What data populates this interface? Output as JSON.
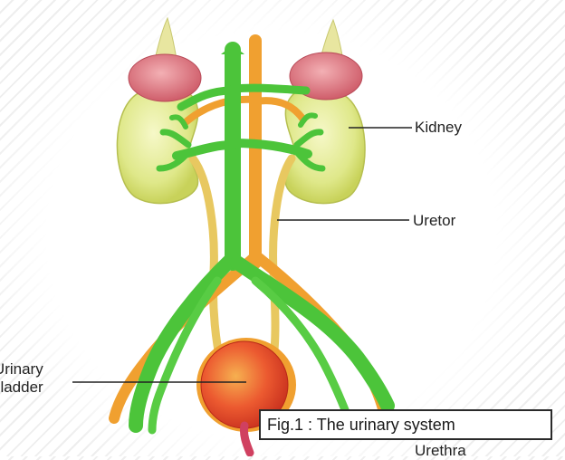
{
  "labels": {
    "kidney": "Kidney",
    "ureter": "Uretor",
    "bladder_line1": "Urinary",
    "bladder_line2": "bladder",
    "urethra_partial": "Urethra"
  },
  "caption": "Fig.1 : The urinary system",
  "colors": {
    "kidney": "#dfe88a",
    "adrenal": "#d9707a",
    "vein": "#4cc43a",
    "artery": "#f0a030",
    "ureter": "#ecd070",
    "bladder": "#e84a2a"
  }
}
